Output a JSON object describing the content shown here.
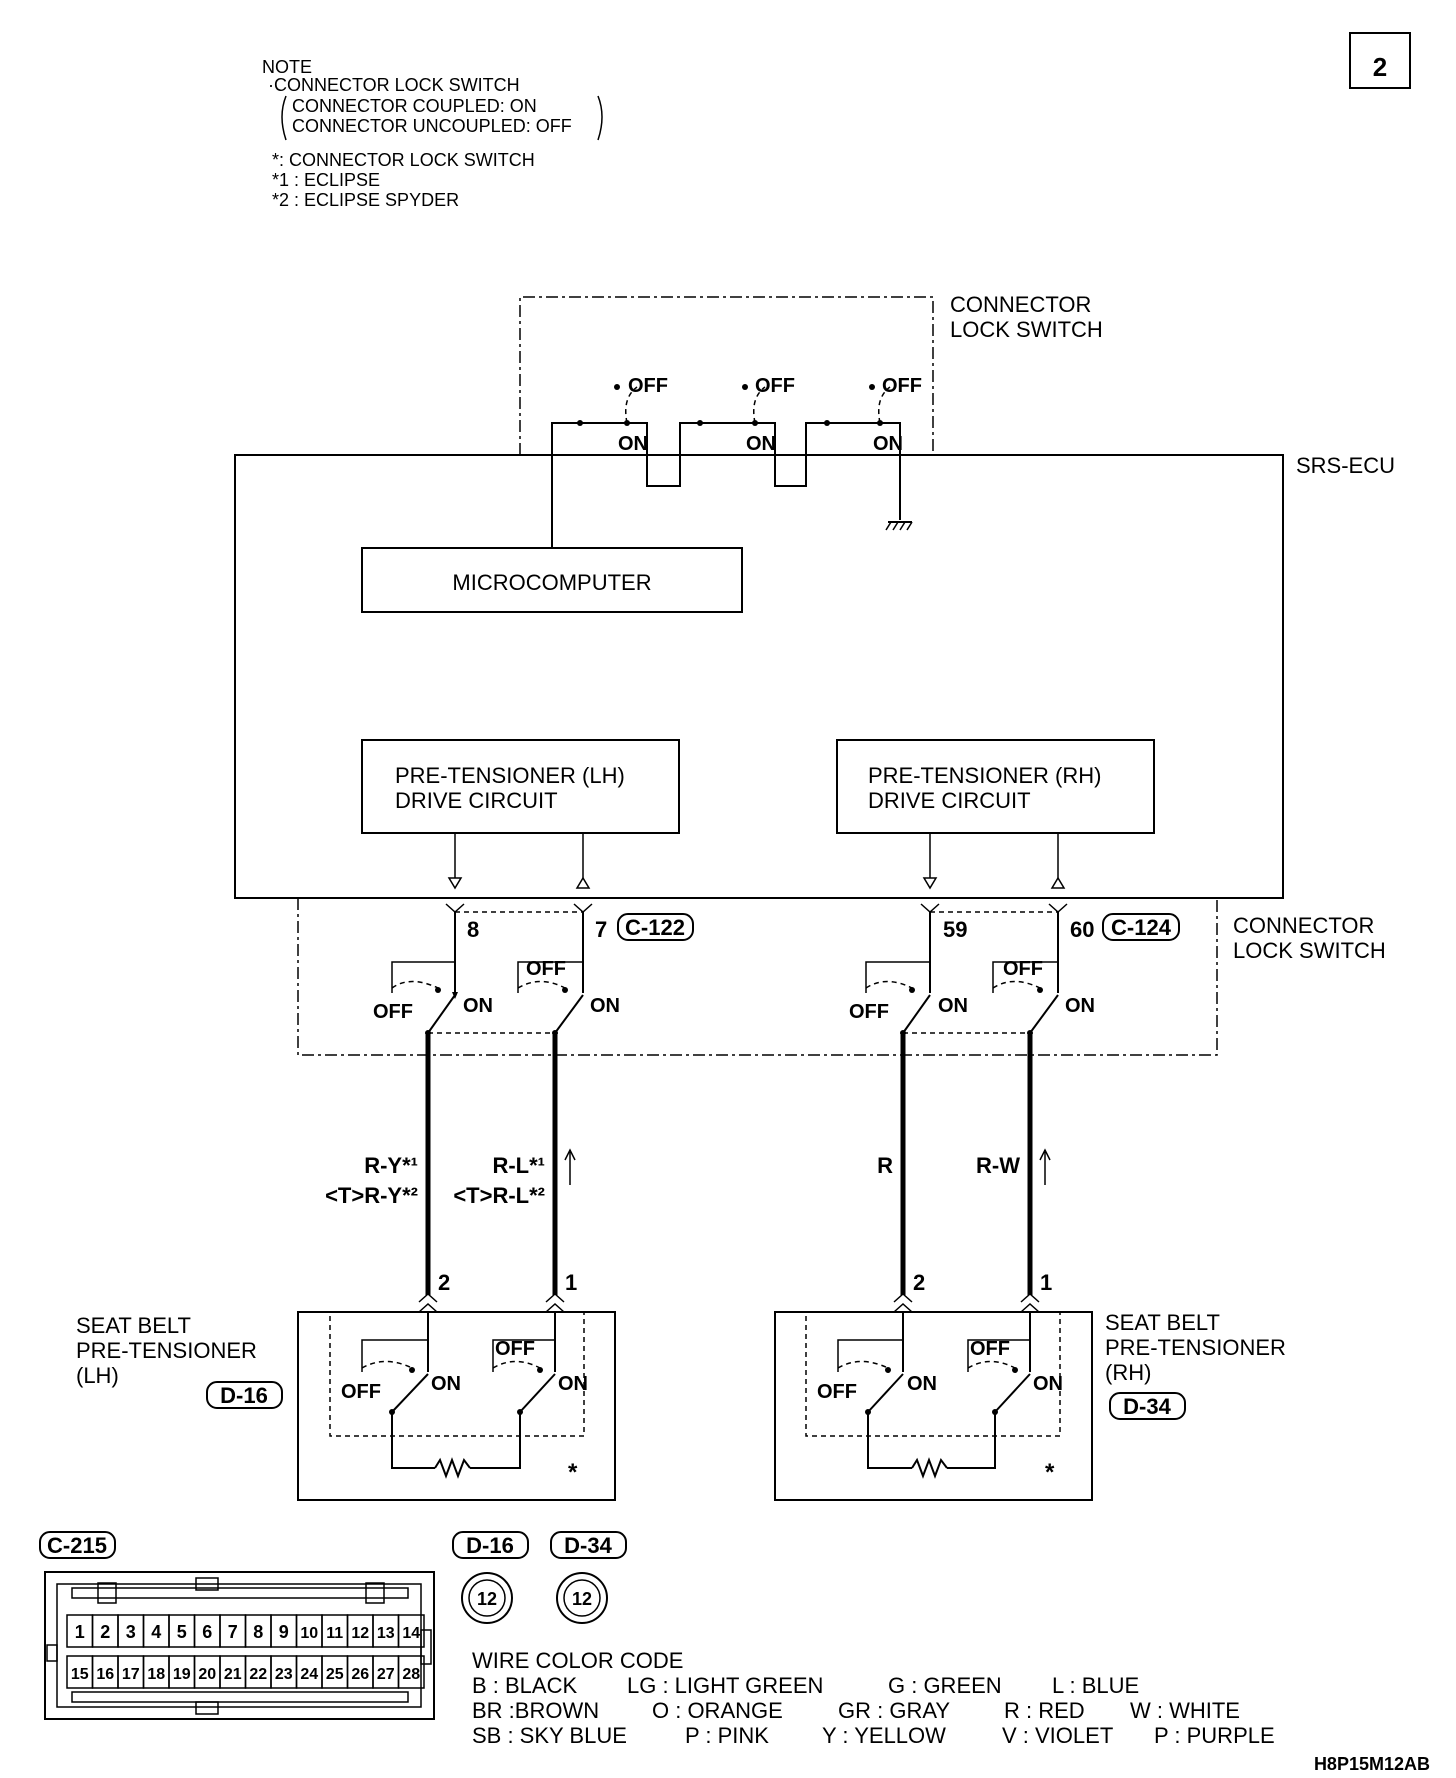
{
  "page_number": "2",
  "figure_code": "H8P15M12AB",
  "note": {
    "title": "NOTE",
    "line1": "·CONNECTOR LOCK SWITCH",
    "line2": "CONNECTOR COUPLED: ON",
    "line3": "CONNECTOR UNCOUPLED: OFF",
    "star": "*: CONNECTOR LOCK SWITCH",
    "star1": "*1 : ECLIPSE",
    "star2": "*2 : ECLIPSE SPYDER"
  },
  "labels": {
    "connector_lock_switch_top_1": "CONNECTOR",
    "connector_lock_switch_top_2": "LOCK SWITCH",
    "srs_ecu": "SRS-ECU",
    "microcomputer": "MICROCOMPUTER",
    "lh_circuit_1": "PRE-TENSIONER (LH)",
    "lh_circuit_2": "DRIVE CIRCUIT",
    "rh_circuit_1": "PRE-TENSIONER (RH)",
    "rh_circuit_2": "DRIVE CIRCUIT",
    "connector_lock_switch_mid_1": "CONNECTOR",
    "connector_lock_switch_mid_2": "LOCK SWITCH",
    "off": "OFF",
    "on": "ON",
    "seat_lh_1": "SEAT BELT",
    "seat_lh_2": "PRE-TENSIONER",
    "seat_lh_3": "(LH)",
    "seat_rh_1": "SEAT BELT",
    "seat_rh_2": "PRE-TENSIONER",
    "seat_rh_3": "(RH)",
    "star_mark": "*"
  },
  "pins": {
    "p8": "8",
    "p7": "7",
    "p59": "59",
    "p60": "60",
    "lh2": "2",
    "lh1": "1",
    "rh2": "2",
    "rh1": "1"
  },
  "connectors": {
    "c122": "C-122",
    "c124": "C-124",
    "d16": "D-16",
    "d34": "D-34",
    "c215": "C-215",
    "small_pins": "12"
  },
  "wires": {
    "ry": "R-Y*¹",
    "ry_t": "<T>R-Y*²",
    "rl": "R-L*¹",
    "rl_t": "<T>R-L*²",
    "r": "R",
    "rw": "R-W"
  },
  "c215_row1": [
    "1",
    "2",
    "3",
    "4",
    "5",
    "6",
    "7",
    "8",
    "9",
    "10",
    "11",
    "12",
    "13",
    "14"
  ],
  "c215_row2": [
    "15",
    "16",
    "17",
    "18",
    "19",
    "20",
    "21",
    "22",
    "23",
    "24",
    "25",
    "26",
    "27",
    "28"
  ],
  "wire_color_code": {
    "title": "WIRE COLOR CODE",
    "row1": [
      "B : BLACK",
      "LG : LIGHT GREEN",
      "G : GREEN",
      "L : BLUE"
    ],
    "row2": [
      "BR :BROWN",
      "O : ORANGE",
      "GR : GRAY",
      "R : RED",
      "W : WHITE"
    ],
    "row3": [
      "SB : SKY BLUE",
      "P : PINK",
      "Y : YELLOW",
      "V : VIOLET",
      "P : PURPLE"
    ]
  }
}
